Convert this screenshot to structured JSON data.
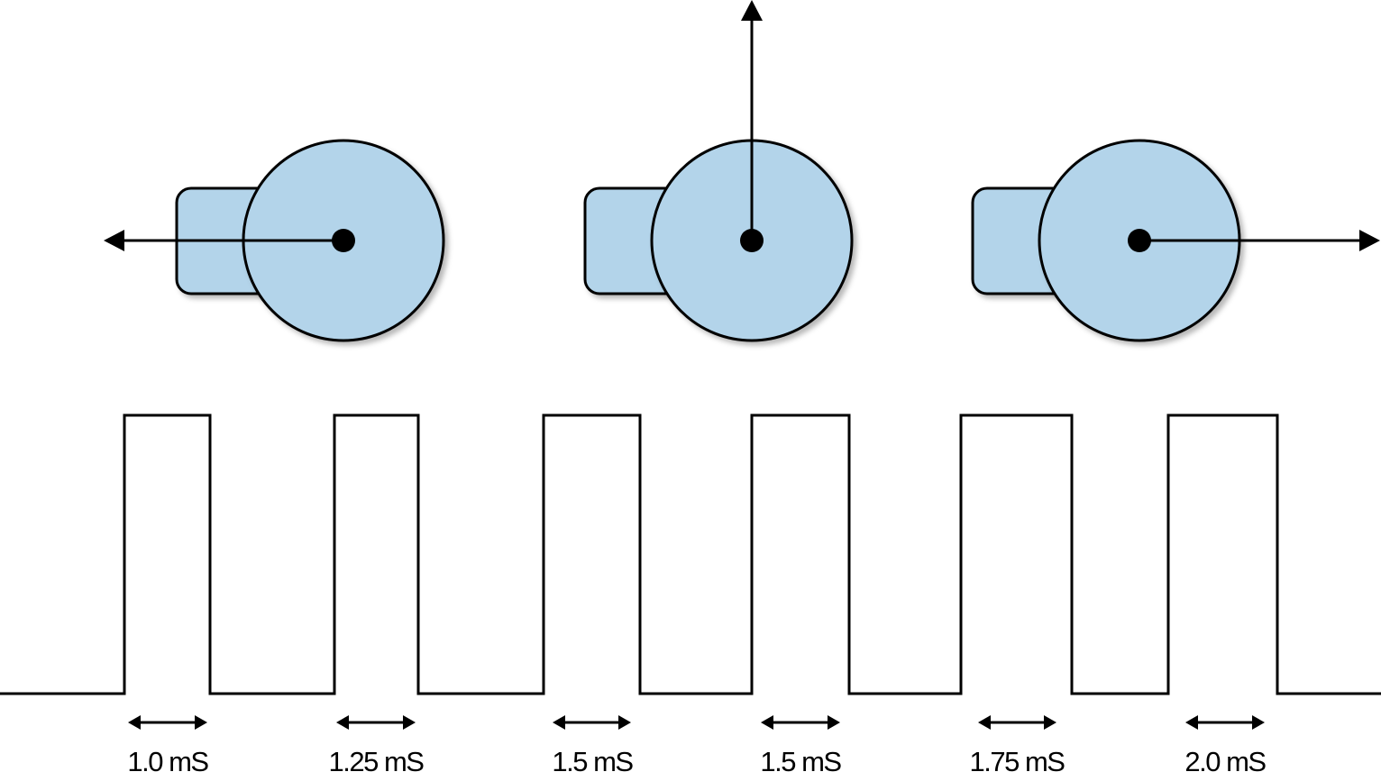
{
  "colors": {
    "servo_fill": "#b3d4ea",
    "stroke": "#000000",
    "background": "#ffffff"
  },
  "servos": [
    {
      "position": "left",
      "arrow_direction": "left"
    },
    {
      "position": "center",
      "arrow_direction": "up"
    },
    {
      "position": "right",
      "arrow_direction": "right"
    }
  ],
  "pulses": [
    {
      "label": "1.0 mS"
    },
    {
      "label": "1.25 mS"
    },
    {
      "label": "1.5 mS"
    },
    {
      "label": "1.5 mS"
    },
    {
      "label": "1.75 mS"
    },
    {
      "label": "2.0 mS"
    }
  ]
}
